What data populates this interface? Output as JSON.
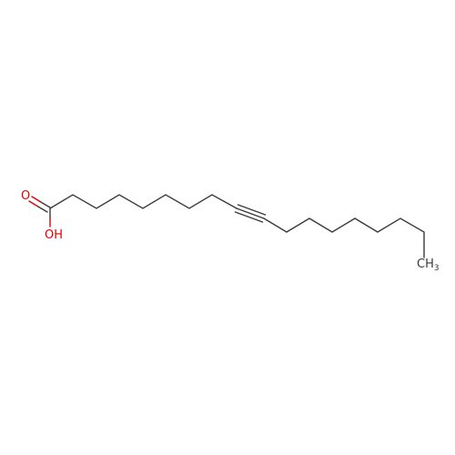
{
  "colors": {
    "bond": "#3a3a3a",
    "oxygen": "#e00000",
    "carbon": "#3a3a3a",
    "background": "#ffffff"
  },
  "labels": {
    "carbonyl_oxygen": "O",
    "hydroxyl": "OH",
    "methyl_main": "CH",
    "methyl_sub": "3"
  }
}
